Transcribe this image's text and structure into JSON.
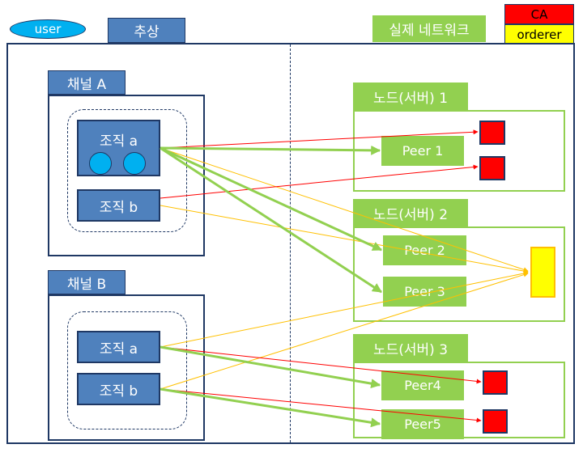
{
  "header": {
    "user": "user",
    "abstract": "추상",
    "real_network": "실제 네트워크",
    "ca": "CA",
    "orderer": "orderer"
  },
  "channels": [
    {
      "label": "채널 A",
      "orgs": [
        "조직 a",
        "조직 b"
      ]
    },
    {
      "label": "채널 B",
      "orgs": [
        "조직 a",
        "조직 b"
      ]
    }
  ],
  "nodes": [
    {
      "label": "노드(서버) 1",
      "peers": [
        "Peer 1"
      ]
    },
    {
      "label": "노드(서버) 2",
      "peers": [
        "Peer 2",
        "Peer 3"
      ]
    },
    {
      "label": "노드(서버) 3",
      "peers": [
        "Peer4",
        "Peer5"
      ]
    }
  ],
  "colors": {
    "blue": "#4f81bd",
    "navy": "#1f3864",
    "green": "#92d050",
    "red": "#ff0000",
    "yellow": "#ffff00",
    "orange_line": "#ffc000"
  }
}
